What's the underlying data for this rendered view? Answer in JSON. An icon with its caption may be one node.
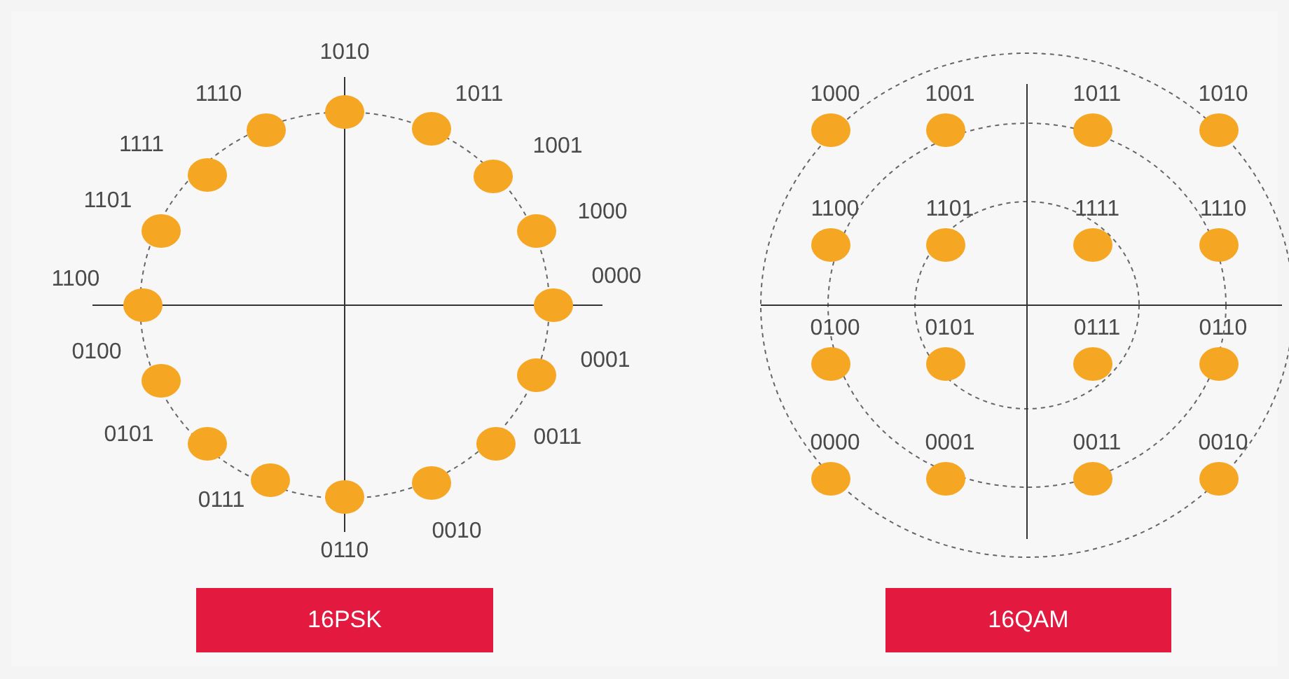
{
  "diagram": {
    "nodes": [
      {
        "text": [
          "16PSK"
        ]
      },
      {
        "text": [
          "16QAM"
        ]
      }
    ],
    "labels": [
      "1010",
      "1011",
      "1001",
      "1000",
      "0000",
      "0001",
      "0011",
      "0010",
      "0110",
      "0111",
      "0101",
      "0100",
      "1100",
      "1101",
      "1111",
      "1110",
      "1000",
      "1001",
      "1011",
      "1010",
      "1100",
      "1101",
      "1111",
      "1110",
      "0100",
      "0101",
      "0111",
      "0110",
      "0000",
      "0001",
      "0011",
      "0010"
    ]
  }
}
